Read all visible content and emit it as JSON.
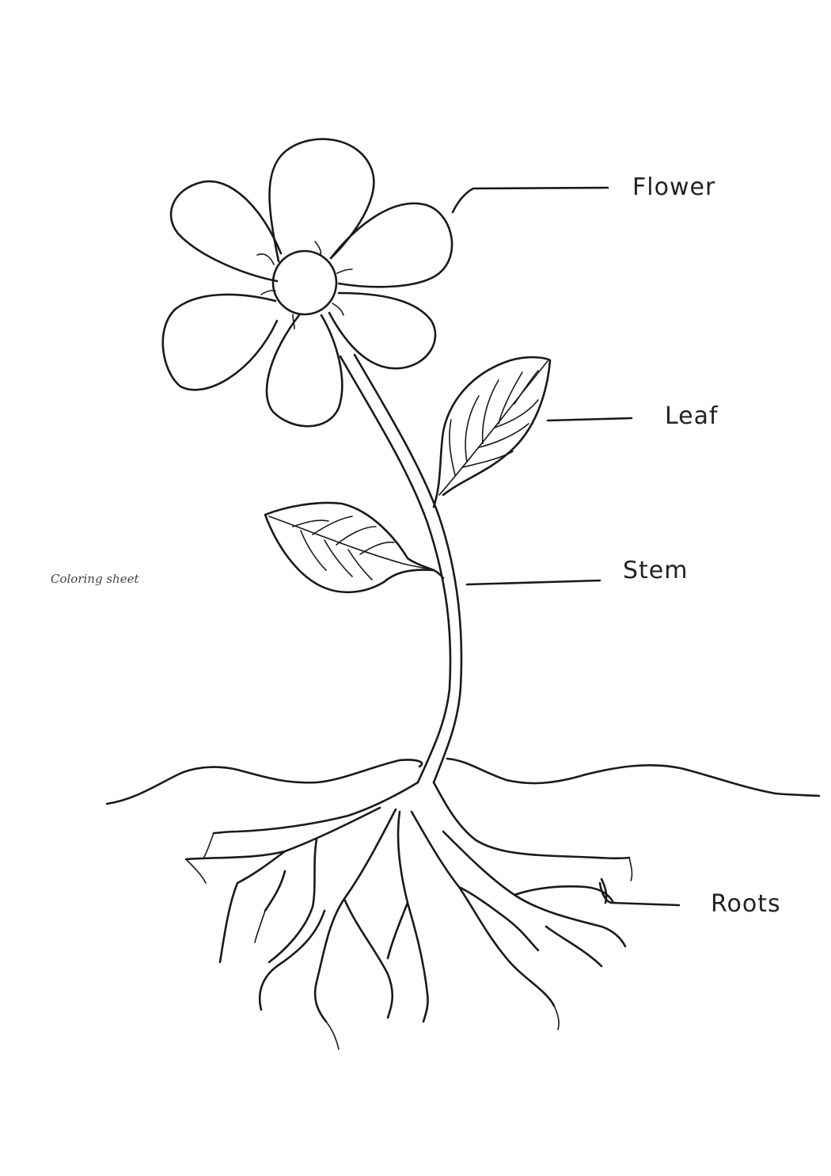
{
  "labels": {
    "flower": "Flower",
    "leaf": "Leaf",
    "stem": "Stem",
    "roots": "Roots"
  },
  "caption": "Coloring sheet",
  "colors": {
    "ink": "#1a1a1a",
    "background": "#ffffff"
  }
}
